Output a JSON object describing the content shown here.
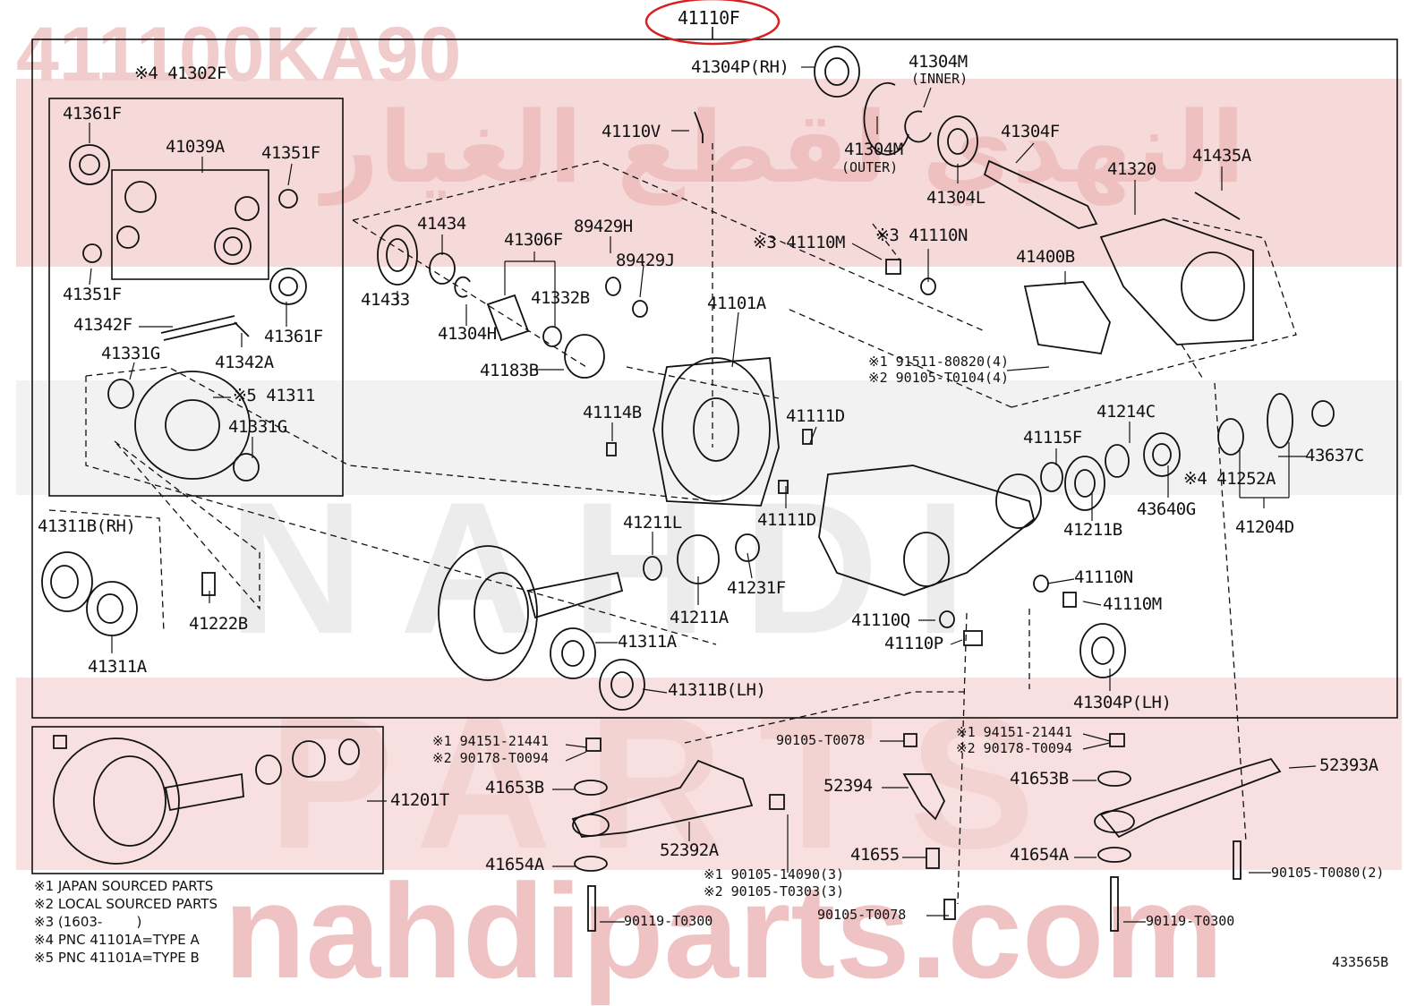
{
  "watermark": {
    "part_number": "411100KA90",
    "brand_top": "NAHDI",
    "brand_bottom": "PARTS",
    "url": "nahdiparts.com",
    "arabic": "النهدي لقطع الغيار",
    "color": "#cc2a2a"
  },
  "diagram_id": "433565B",
  "main_assembly": "41110F",
  "labels": {
    "l41302F": "※4 41302F",
    "l41361F_a": "41361F",
    "l41039A": "41039A",
    "l41351F_a": "41351F",
    "l41351F_b": "41351F",
    "l41342F": "41342F",
    "l41361F_b": "41361F",
    "l41331G_a": "41331G",
    "l41342A": "41342A",
    "l41311": "※5 41311",
    "l41331G_b": "41331G",
    "l41311B_RH": "41311B(RH)",
    "l41222B": "41222B",
    "l41311A_a": "41311A",
    "l41304P_RH": "41304P(RH)",
    "l41304M_i": "41304M",
    "inner": "(INNER)",
    "l41304M_o": "41304M",
    "outer": "(OUTER)",
    "l41304F": "41304F",
    "l41304L": "41304L",
    "l41110V": "41110V",
    "l41434": "41434",
    "l41306F": "41306F",
    "l89429H": "89429H",
    "l89429J": "89429J",
    "l41433": "41433",
    "l41332B": "41332B",
    "l41304H": "41304H",
    "l41183B": "41183B",
    "l41110M_a": "※3 41110M",
    "l41110N_a": "※3 41110N",
    "l41320": "41320",
    "l41435A": "41435A",
    "l41400B": "41400B",
    "l41101A": "41101A",
    "l191511": "※1 91511-80820(4)",
    "l290105a": "※2 90105-T0104(4)",
    "l41114B": "41114B",
    "l41111D_a": "41111D",
    "l41214C": "41214C",
    "l41115F": "41115F",
    "l43637C": "43637C",
    "l441252A": "※4 41252A",
    "l41111D_b": "41111D",
    "l41211L": "41211L",
    "l41211B": "41211B",
    "l43640G": "43640G",
    "l41204D": "41204D",
    "l41231F": "41231F",
    "l41110N_b": "41110N",
    "l41211A": "41211A",
    "l41110M_b": "41110M",
    "l41110Q": "41110Q",
    "l41311A_b": "41311A",
    "l41110P": "41110P",
    "l41311B_LH": "41311B(LH)",
    "l41304P_LH": "41304P(LH)",
    "l41201T": "41201T",
    "l194151a": "※1 94151-21441",
    "l290178a": "※2 90178-T0094",
    "l90105_T0078a": "90105-T0078",
    "l194151b": "※1 94151-21441",
    "l290178b": "※2 90178-T0094",
    "l41653B_a": "41653B",
    "l52394": "52394",
    "l41653B_b": "41653B",
    "l52393A": "52393A",
    "l52392A": "52392A",
    "l41654A_a": "41654A",
    "l41655": "41655",
    "l41654A_b": "41654A",
    "l190105": "※1 90105-14090(3)",
    "l290105b": "※2 90105-T0303(3)",
    "l90105_T0080": "90105-T0080(2)",
    "l90119a": "90119-T0300",
    "l90105_T0078b": "90105-T0078",
    "l90119b": "90119-T0300"
  },
  "notes": [
    "※1 JAPAN SOURCED PARTS",
    "※2 LOCAL SOURCED PARTS",
    "※3 (1603-        )",
    "※4 PNC 41101A=TYPE A",
    "※5 PNC 41101A=TYPE B"
  ]
}
